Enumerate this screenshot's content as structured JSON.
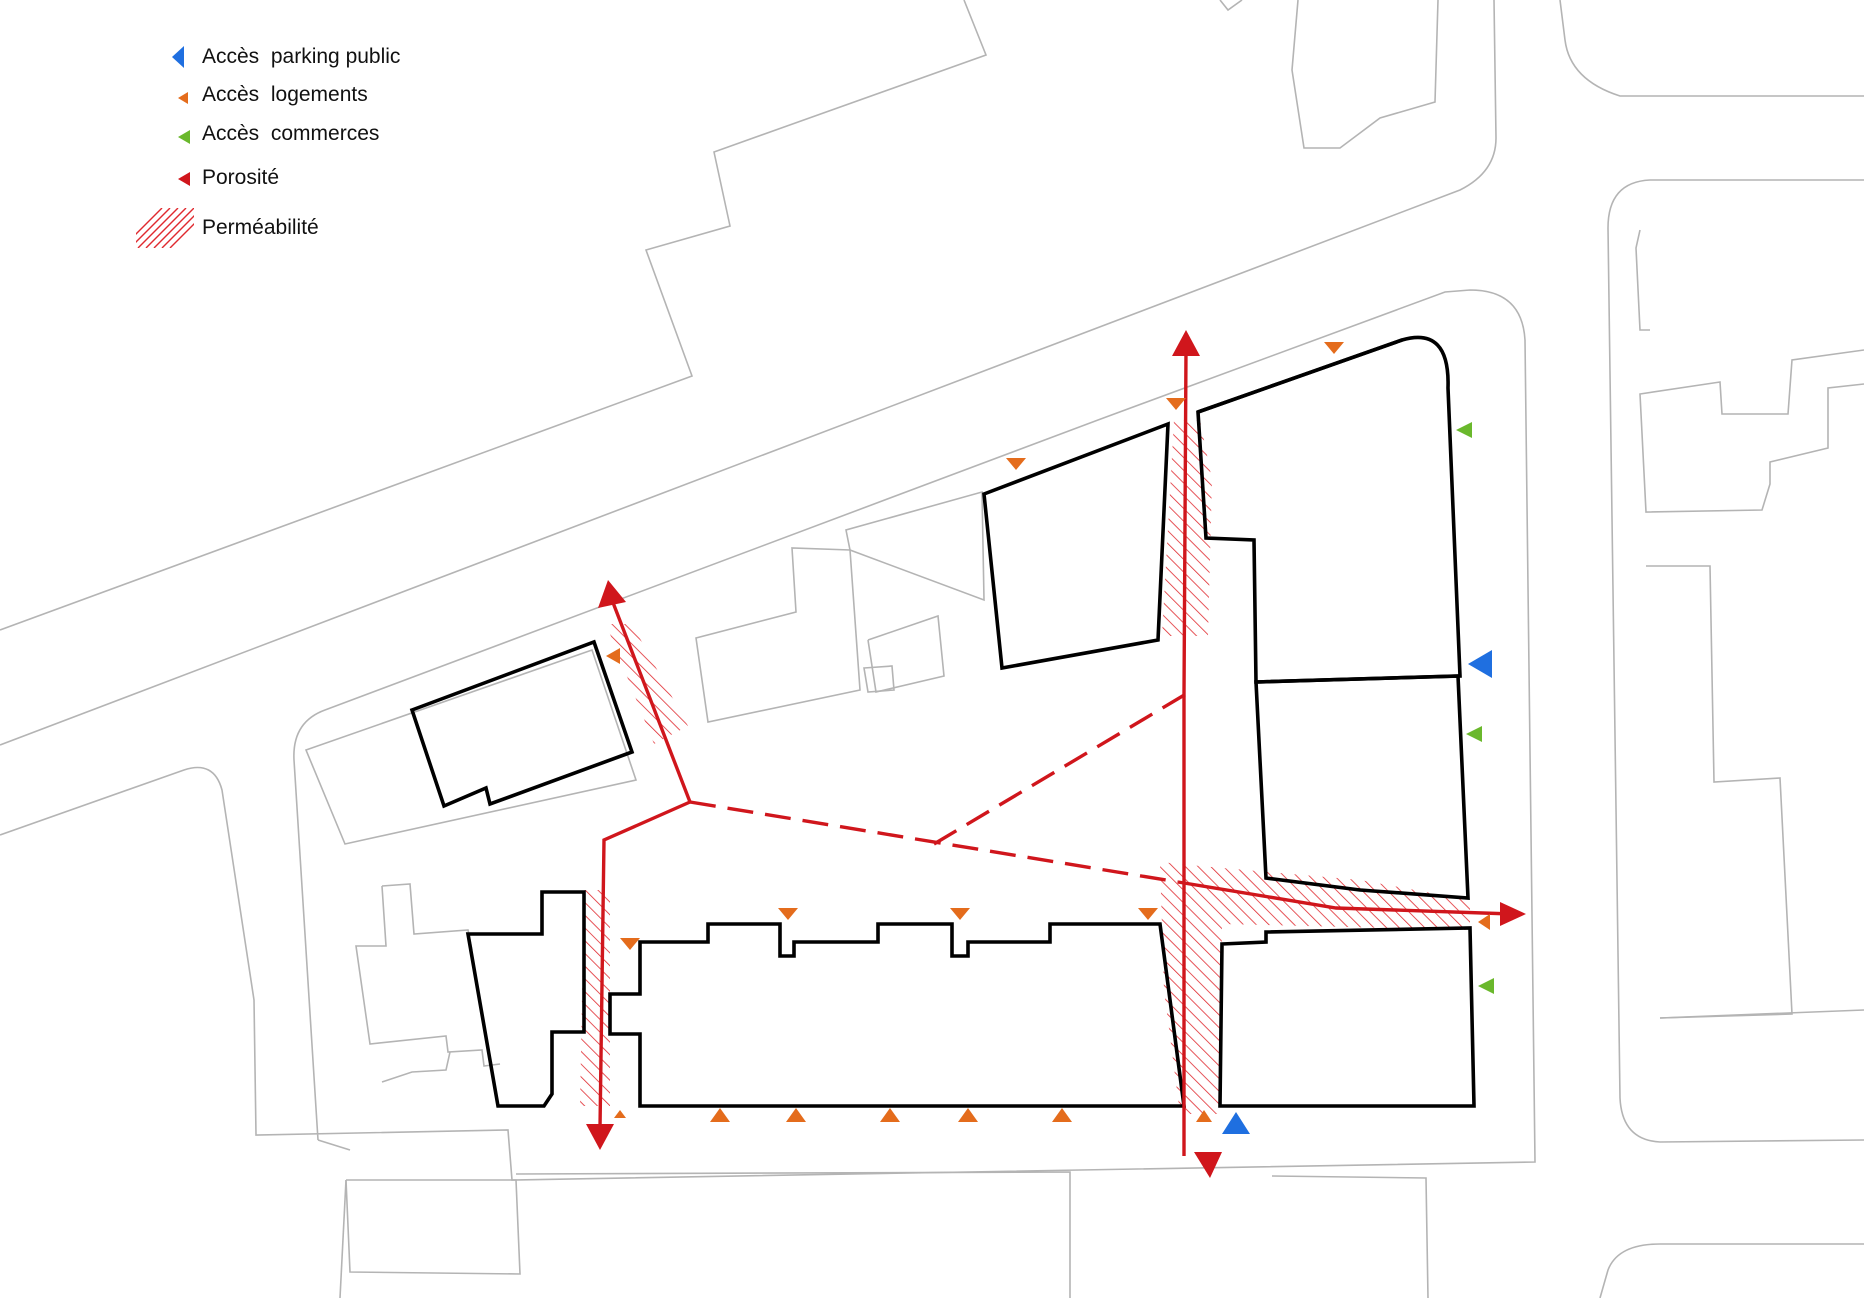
{
  "legend": {
    "items": [
      {
        "label": "Accès  parking public",
        "symbol": "blue-triangle-icon",
        "color": "#1f6fe0"
      },
      {
        "label": "Accès  logements",
        "symbol": "orange-triangle-icon",
        "color": "#e46c1c"
      },
      {
        "label": "Accès  commerces",
        "symbol": "green-triangle-icon",
        "color": "#6ab82c"
      },
      {
        "label": "Porosité",
        "symbol": "red-triangle-icon",
        "color": "#d0161c"
      },
      {
        "label": "Perméabilité",
        "symbol": "red-hatch-icon",
        "color": "#e0292f"
      }
    ]
  },
  "colors": {
    "context_lines": "#b4b4b4",
    "buildings": "#000000",
    "porosity": "#d0161c",
    "permeability_hatch": "#e0292f",
    "parking_access": "#1f6fe0",
    "housing_access": "#e46c1c",
    "commerce_access": "#6ab82c"
  }
}
